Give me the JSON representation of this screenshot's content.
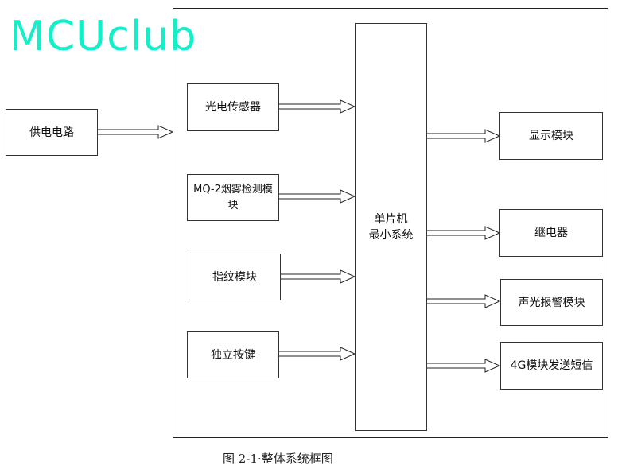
{
  "watermark": "MCUclub",
  "power": "供电电路",
  "mcu": [
    "单片机",
    "最小系统"
  ],
  "inputs": [
    "光电传感器",
    "MQ-2烟雾检测模块",
    "指纹模块",
    "独立按键"
  ],
  "outputs": [
    "显示模块",
    "继电器",
    "声光报警模块",
    "4G模块发送短信"
  ],
  "caption": "图 2-1·整体系统框图"
}
